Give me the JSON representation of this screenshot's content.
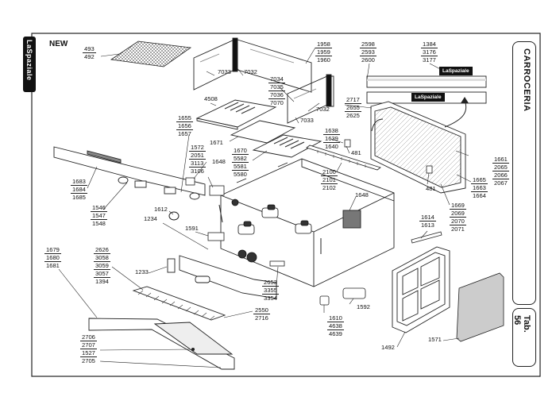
{
  "header": {
    "new_tag": "NEW",
    "brand": "LaSpaziale",
    "section_title": "CARROCERIA",
    "table_ref": "Tab. 56"
  },
  "badges": [
    "LaSpaziale",
    "LaSpaziale"
  ],
  "parts": {
    "p493_492": [
      "493",
      "492"
    ],
    "p7033a": [
      "7033"
    ],
    "p7032a": [
      "7032"
    ],
    "p1958": [
      "1958",
      "1959",
      "1960"
    ],
    "p2598": [
      "2598",
      "2593",
      "2600"
    ],
    "p1384": [
      "1384",
      "3176",
      "3177"
    ],
    "p4508": [
      "4508"
    ],
    "p7034": [
      "7034",
      "7035",
      "7036",
      "7070"
    ],
    "p2717": [
      "2717",
      "2655",
      "2625"
    ],
    "p7032b": [
      "7032"
    ],
    "p7033b": [
      "7033"
    ],
    "p1655": [
      "1655",
      "1656",
      "1657"
    ],
    "p1671": [
      "1671"
    ],
    "p1638": [
      "1638",
      "1639",
      "1640"
    ],
    "p481a": [
      "481"
    ],
    "p1572": [
      "1572",
      "2051",
      "3113",
      "3106"
    ],
    "p1648a": [
      "1648"
    ],
    "p1670": [
      "1670",
      "5582",
      "5581",
      "5580"
    ],
    "p2100": [
      "2100",
      "2101",
      "2102"
    ],
    "p481b": [
      "481"
    ],
    "p1661": [
      "1661",
      "2065",
      "2066",
      "2067"
    ],
    "p1665": [
      "1665",
      "1663",
      "1664"
    ],
    "p1683": [
      "1683",
      "1684",
      "1685"
    ],
    "p1648b": [
      "1648"
    ],
    "p1669": [
      "1669",
      "2069",
      "2070",
      "2071"
    ],
    "p1546": [
      "1546",
      "1547",
      "1548"
    ],
    "p1612": [
      "1612"
    ],
    "p1234": [
      "1234"
    ],
    "p1614": [
      "1614",
      "1613"
    ],
    "p1591": [
      "1591"
    ],
    "p1679": [
      "1679",
      "1680",
      "1681"
    ],
    "p2626": [
      "2626",
      "3058",
      "3059",
      "3057",
      "1394"
    ],
    "p1233": [
      "1233"
    ],
    "p2653": [
      "2653",
      "3355",
      "3354"
    ],
    "p1592": [
      "1592"
    ],
    "p2550": [
      "2550",
      "2716"
    ],
    "p1610": [
      "1610",
      "4638",
      "4639"
    ],
    "p2706": [
      "2706",
      "2707",
      "1527",
      "2705"
    ],
    "p1492": [
      "1492"
    ],
    "p1571": [
      "1571"
    ]
  }
}
